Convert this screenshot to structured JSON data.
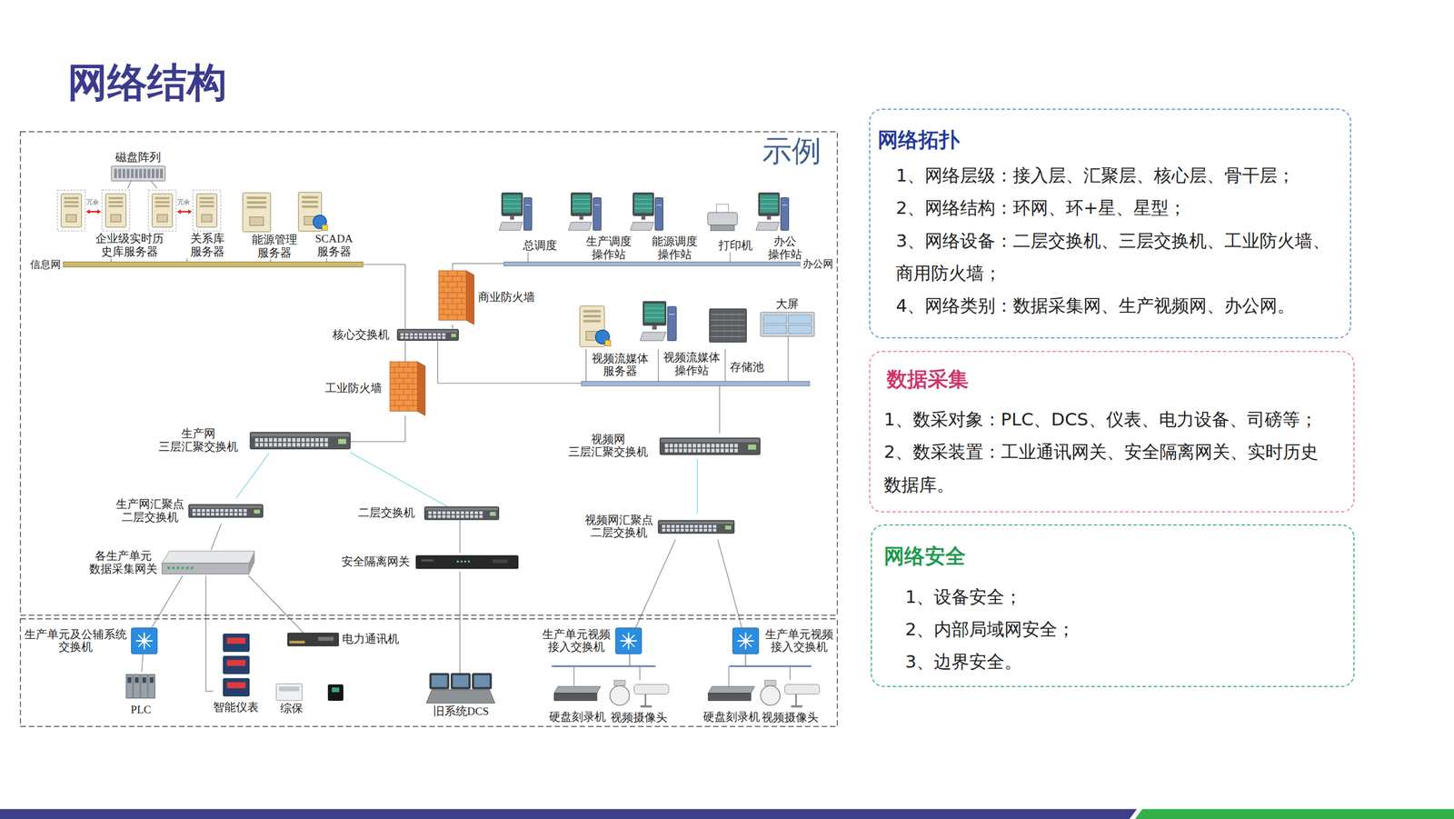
{
  "diagram": {
    "title": "网络结构",
    "nodes": [
      {
        "text": [
          "磁盘阵列"
        ]
      },
      {
        "text": [
          "企业级实时历 史库服务器"
        ]
      },
      {
        "text": [
          "关系库 服务器"
        ]
      },
      {
        "text": [
          "能源管理 服务器"
        ]
      },
      {
        "text": [
          "SCADA 服务器"
        ]
      },
      {
        "text": [
          "信息网"
        ]
      },
      {
        "text": [
          "总调度"
        ]
      },
      {
        "text": [
          "生产调度 操作站"
        ]
      },
      {
        "text": [
          "能源调度 操作站"
        ]
      },
      {
        "text": [
          "打印机"
        ]
      },
      {
        "text": [
          "办公 操作站"
        ]
      },
      {
        "text": [
          "办公网"
        ]
      },
      {
        "text": [
          "商业防火墙"
        ]
      },
      {
        "text": [
          "核心交换机"
        ]
      },
      {
        "text": [
          "视频流媒体 服务器"
        ]
      },
      {
        "text": [
          "视频流媒体 操作站"
        ]
      },
      {
        "text": [
          "存储池"
        ]
      },
      {
        "text": [
          "大屏"
        ]
      },
      {
        "text": [
          "工业防火墙"
        ]
      },
      {
        "text": [
          "生产网 三层汇聚交换机"
        ]
      },
      {
        "text": [
          "视频网 三层汇聚交换机"
        ]
      },
      {
        "text": [
          "生产网汇聚点 二层交换机"
        ]
      },
      {
        "text": [
          "二层交换机"
        ]
      },
      {
        "text": [
          "视频网汇聚点 二层交换机"
        ]
      },
      {
        "text": [
          "各生产单元 数据采集网关"
        ]
      },
      {
        "text": [
          "安全隔离网关"
        ]
      },
      {
        "text": [
          "生产单元及公辅系统 交换机"
        ]
      },
      {
        "text": [
          "电力通讯机"
        ]
      },
      {
        "text": [
          "PLC"
        ]
      },
      {
        "text": [
          "智能仪表"
        ]
      },
      {
        "text": [
          "综保"
        ]
      },
      {
        "text": [
          "旧系统DCS"
        ]
      },
      {
        "text": [
          "生产单元视频 接入交换机"
        ]
      },
      {
        "text": [
          "生产单元视频 接入交换机"
        ]
      },
      {
        "text": [
          "硬盘刻录机"
        ]
      },
      {
        "text": [
          "视频摄像头"
        ]
      },
      {
        "text": [
          "硬盘刻录机"
        ]
      },
      {
        "text": [
          "视频摄像头"
        ]
      },
      {
        "text": [
          "网络拓扑",
          "1、网络层级：接入层、汇聚层、核心层、骨干层；",
          "2、网络结构：环网、环+星、星型；",
          "3、网络设备：二层交换机、三层交换机、工业防火墙、商用防火墙；",
          "4、网络类别：数据采集网、生产视频网、办公网。"
        ]
      },
      {
        "text": [
          "数据采集",
          "1、数采对象：PLC、DCS、仪表、电力设备、司磅等；",
          "2、数采装置：工业通讯网关、安全隔离网关、实时历史数据库。"
        ]
      },
      {
        "text": [
          "网络安全",
          "1、设备安全；",
          "2、内部局域网安全；",
          "3、边界安全。"
        ]
      }
    ],
    "edges": [
      {
        "from": 0,
        "to": 1,
        "arrow": "none"
      },
      {
        "from": 0,
        "to": 2,
        "arrow": "none"
      },
      {
        "from": 1,
        "to": 5,
        "arrow": "none"
      },
      {
        "from": 2,
        "to": 5,
        "arrow": "none"
      },
      {
        "from": 3,
        "to": 5,
        "arrow": "none"
      },
      {
        "from": 4,
        "to": 5,
        "arrow": "none"
      },
      {
        "from": 6,
        "to": 11,
        "arrow": "none"
      },
      {
        "from": 7,
        "to": 11,
        "arrow": "none"
      },
      {
        "from": 8,
        "to": 11,
        "arrow": "none"
      },
      {
        "from": 9,
        "to": 11,
        "arrow": "none"
      },
      {
        "from": 10,
        "to": 11,
        "arrow": "none"
      },
      {
        "from": 5,
        "to": 13,
        "arrow": "none"
      },
      {
        "from": 11,
        "to": 12,
        "arrow": "none"
      },
      {
        "from": 12,
        "to": 13,
        "arrow": "none"
      },
      {
        "from": 13,
        "to": 20,
        "arrow": "none"
      },
      {
        "from": 13,
        "to": 18,
        "arrow": "none"
      },
      {
        "from": 18,
        "to": 19,
        "arrow": "none"
      },
      {
        "from": 19,
        "to": 21,
        "arrow": "none"
      },
      {
        "from": 19,
        "to": 22,
        "arrow": "none"
      },
      {
        "from": 20,
        "to": 23,
        "arrow": "none"
      },
      {
        "from": 21,
        "to": 24,
        "arrow": "none"
      },
      {
        "from": 22,
        "to": 25,
        "arrow": "none"
      },
      {
        "from": 24,
        "to": 26,
        "arrow": "none"
      },
      {
        "from": 24,
        "to": 29,
        "arrow": "none"
      },
      {
        "from": 24,
        "to": 27,
        "arrow": "none"
      },
      {
        "from": 26,
        "to": 28,
        "arrow": "none"
      },
      {
        "from": 25,
        "to": 31,
        "arrow": "none"
      },
      {
        "from": 23,
        "to": 32,
        "arrow": "none"
      },
      {
        "from": 23,
        "to": 33,
        "arrow": "none"
      },
      {
        "from": 32,
        "to": 34,
        "arrow": "none"
      },
      {
        "from": 32,
        "to": 35,
        "arrow": "none"
      },
      {
        "from": 33,
        "to": 36,
        "arrow": "none"
      },
      {
        "from": 33,
        "to": 37,
        "arrow": "none"
      }
    ],
    "labels": [
      "示例",
      "冗余",
      "冗余"
    ]
  }
}
